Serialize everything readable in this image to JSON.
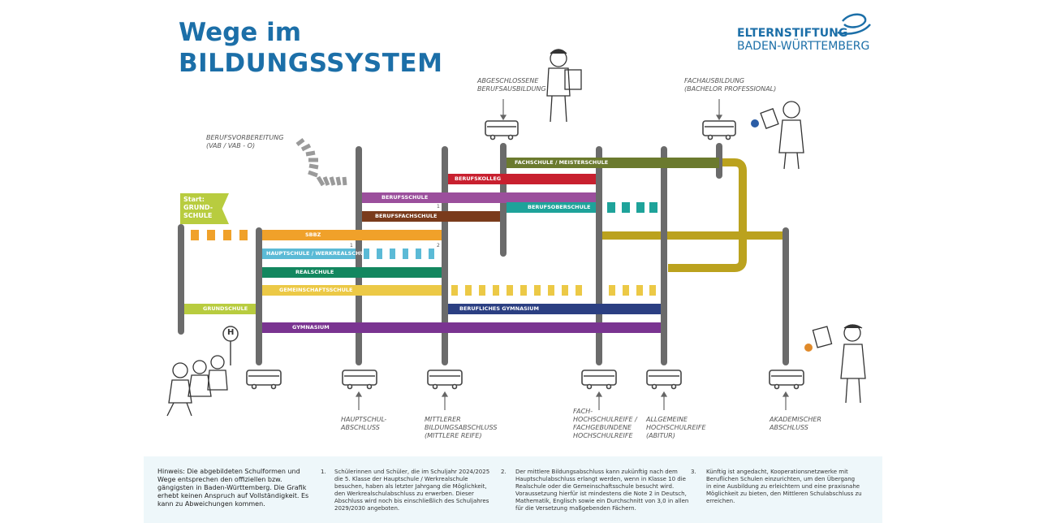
{
  "title": {
    "line1": "Wege im",
    "line2": "BILDUNGSSYSTEM"
  },
  "logo": {
    "line1": "ELTERNSTIFTUNG",
    "line2": "BADEN-WÜRTTEMBERG"
  },
  "start": {
    "line1": "Start:",
    "line2": "GRUND-",
    "line3": "SCHULE"
  },
  "labels": {
    "berufsvorbereitung": [
      "BERUFSVORBEREITUNG",
      "(VAB / VAB - O)"
    ],
    "abgeschlossene": [
      "ABGESCHLOSSENE",
      "BERUFSAUSBILDUNG"
    ],
    "fachausbildung": [
      "FACHAUSBILDUNG",
      "(BACHELOR PROFESSIONAL)"
    ],
    "hauptschulabschluss": [
      "HAUPTSCHUL-",
      "ABSCHLUSS"
    ],
    "mittlerer": [
      "MITTLERER",
      "BILDUNGSABSCHLUSS",
      "(MITTLERE REIFE)"
    ],
    "fachhochschulreife": [
      "FACH-",
      "HOCHSCHULREIFE /",
      "FACHGEBUNDENE",
      "HOCHSCHULREIFE"
    ],
    "allgemeine": [
      "ALLGEMEINE",
      "HOCHSCHULREIFE",
      "(ABITUR)"
    ],
    "akademischer": [
      "AKADEMISCHER",
      "ABSCHLUSS"
    ]
  },
  "tracks": {
    "fachschule": "FACHSCHULE / MEISTERSCHULE",
    "berufskolleg": "BERUFSKOLLEG",
    "berufsschule": "BERUFSSCHULE",
    "berufsfachschule": "BERUFSFACHSCHULE",
    "berufsoberschule": "BERUFSOBERSCHULE",
    "sbbz": "SBBZ",
    "hauptschule": "HAUPTSCHULE / WERKREALSCHULE",
    "realschule": "REALSCHULE",
    "gemeinschaftsschule": "GEMEINSCHAFTSSCHULE",
    "berufliches_gymnasium": "BERUFLICHES GYMNASIUM",
    "grundschule": "GRUNDSCHULE",
    "gymnasium": "GYMNASIUM"
  },
  "markers": {
    "one": "1",
    "two": "2",
    "halt": "H"
  },
  "colors": {
    "olive": "#6b7a2e",
    "red": "#c8202f",
    "purple": "#9b4f9c",
    "brown": "#7a3b1c",
    "teal": "#1ea39a",
    "orange": "#f0a12a",
    "lightblue": "#5bbad6",
    "green": "#13875f",
    "yellow": "#ecc946",
    "navy": "#2b3f82",
    "lime": "#b8cc3f",
    "violet": "#7a3491",
    "gold": "#bba21e",
    "post": "#6b6b6b",
    "title": "#1c6fa8"
  },
  "footer": {
    "hint": [
      "Hinweis: Die abgebildeten Schulformen und",
      "Wege entsprechen den offiziellen bzw.",
      "gängigsten in Baden-Württemberg. Die Grafik",
      "erhebt keinen Anspruch auf Vollständigkeit. Es",
      "kann zu Abweichungen kommen."
    ],
    "n1": "1.",
    "note1": [
      "Schülerinnen und Schüler, die im Schuljahr 2024/2025",
      "die 5. Klasse der Hauptschule / Werkrealschule",
      "besuchen, haben als letzter Jahrgang die Möglichkeit,",
      "den Werkrealschulabschluss zu erwerben. Dieser",
      "Abschluss wird noch bis einschließlich des Schuljahres",
      "2029/2030 angeboten."
    ],
    "n2": "2.",
    "note2": [
      "Der mittlere Bildungsabschluss kann zukünftig nach dem",
      "Hauptschulabschluss erlangt werden, wenn in Klasse 10 die",
      "Realschule oder die Gemeinschaftsschule besucht wird.",
      "Voraussetzung hierfür ist mindestens die Note 2 in Deutsch,",
      "Mathematik, Englisch sowie ein Durchschnitt von 3,0 in allen",
      "für die Versetzung maßgebenden Fächern."
    ],
    "n3": "3.",
    "note3": [
      "Künftig ist angedacht, Kooperationsnetzwerke mit",
      "Beruflichen Schulen einzurichten, um den Übergang",
      "in eine Ausbildung zu erleichtern und eine praxisnahe",
      "Möglichkeit zu bieten, den Mittleren Schulabschluss zu",
      "erreichen."
    ]
  }
}
